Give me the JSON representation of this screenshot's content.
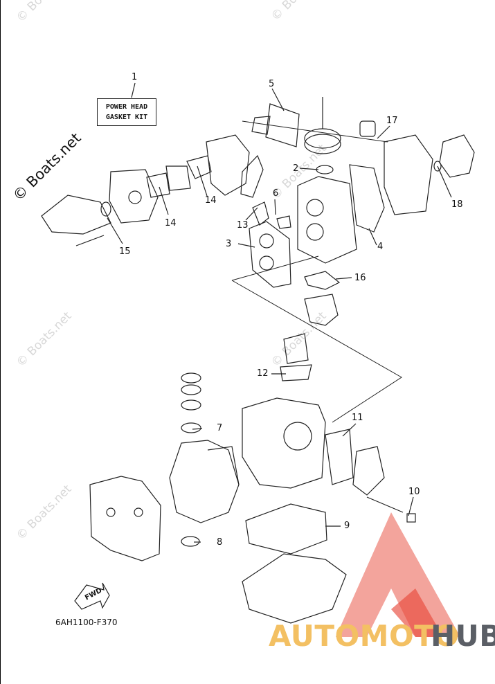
{
  "diagram": {
    "kit_label_line1": "POWER HEAD",
    "kit_label_line2": "GASKET KIT",
    "drawing_code": "6AH1100-F370",
    "fwd_label": "FWD",
    "watermark": "© Boats.net",
    "brand_watermark": "© Boats.net",
    "callouts": [
      "1",
      "2",
      "3",
      "4",
      "5",
      "6",
      "7",
      "8",
      "9",
      "10",
      "11",
      "12",
      "13",
      "14",
      "14",
      "15",
      "16",
      "17",
      "18"
    ]
  },
  "logo": {
    "word_part1": "AUTOMOTO",
    "word_part2": "HUB",
    "colors": {
      "triangle": "#e84a3c",
      "word_part1": "#f3c063",
      "word_part2": "#5b5f66"
    }
  }
}
